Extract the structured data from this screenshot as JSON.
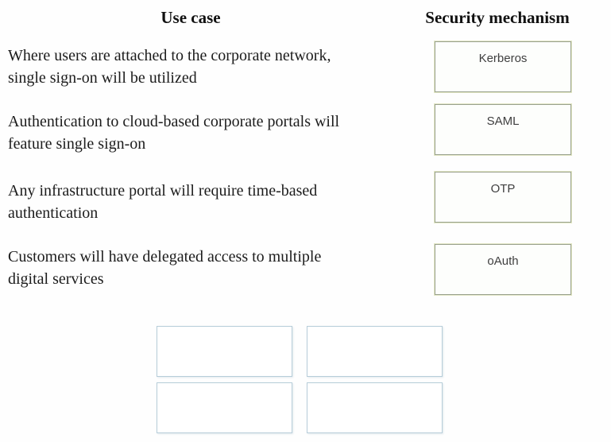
{
  "headers": {
    "use_case": "Use case",
    "security_mechanism": "Security mechanism"
  },
  "rows": [
    {
      "use_case_lines": [
        "Where users are attached to the corporate network,",
        "single sign-on will be utilized"
      ],
      "mechanism": "Kerberos"
    },
    {
      "use_case_lines": [
        "Authentication to cloud-based corporate portals will",
        "feature single sign-on"
      ],
      "mechanism": "SAML"
    },
    {
      "use_case_lines": [
        "Any infrastructure portal will require time-based",
        "authentication"
      ],
      "mechanism": "OTP"
    },
    {
      "use_case_lines": [
        "Customers will have delegated access to multiple",
        "digital services"
      ],
      "mechanism": "oAuth"
    }
  ],
  "drop_targets": 4,
  "colors": {
    "mechanism_box_border": "#99a18e",
    "mechanism_box_outer_glow": "#e3e7c6",
    "drop_target_border": "#b7cdd9",
    "body_text": "#1c1c1c",
    "label_text": "#3f3f3f"
  }
}
